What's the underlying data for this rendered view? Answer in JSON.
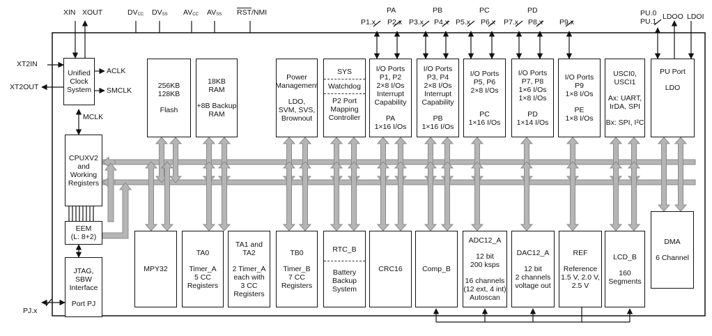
{
  "top_pins": {
    "xin": "XIN",
    "xout": "XOUT",
    "dvcc": {
      "main": "DV",
      "sub": "CC"
    },
    "dvss": {
      "main": "DV",
      "sub": "SS"
    },
    "avcc": {
      "main": "AV",
      "sub": "CC"
    },
    "avss": {
      "main": "AV",
      "sub": "SS"
    },
    "rst_bar": "RST",
    "rst_rest": "/NMI"
  },
  "left_pins": {
    "xt2in": "XT2IN",
    "xt2out": "XT2OUT",
    "pjx": "PJ.x"
  },
  "clock_outputs": {
    "aclk": "ACLK",
    "smclk": "SMCLK",
    "mclk": "MCLK"
  },
  "ports": {
    "pa": "PA",
    "pb": "PB",
    "pc": "PC",
    "pd": "PD",
    "p1x": "P1.x",
    "p2x": "P2.x",
    "p3x": "P3.x",
    "p4x": "P4.x",
    "p5x": "P5.x",
    "p6x": "P6.x",
    "p7x": "P7.x",
    "p8x": "P8.x",
    "p9x": "P9.x",
    "pu0": "PU.0",
    "pu1": "PU.1",
    "ldoo": "LDOO",
    "ldoi": "LDOI"
  },
  "blocks": {
    "clock": [
      "Unified",
      "Clock",
      "System"
    ],
    "flash": [
      "256KB",
      "128KB",
      "",
      "Flash"
    ],
    "ram": [
      "18KB",
      "RAM",
      "",
      "+8B Backup",
      "RAM"
    ],
    "power": [
      "Power",
      "Management",
      "",
      "LDO,",
      "SVM, SVS,",
      "Brownout"
    ],
    "sys_top": "SYS",
    "sys_mid": "Watchdog",
    "sys_bot": [
      "P2 Port",
      "Mapping",
      "Controller"
    ],
    "io_pa": [
      "I/O Ports",
      "P1, P2",
      "2×8 I/Os",
      "Interrupt",
      "Capability",
      "",
      "PA",
      "1×16 I/Os"
    ],
    "io_pb": [
      "I/O Ports",
      "P3, P4",
      "2×8 I/Os",
      "Interrupt",
      "Capability",
      "",
      "PB",
      "1×16 I/Os"
    ],
    "io_pc": [
      "I/O Ports",
      "P5, P6",
      "2×8 I/Os",
      "",
      "",
      "PC",
      "1×16 I/Os"
    ],
    "io_pd": [
      "I/O Ports",
      "P7, P8",
      "1×6 I/Os",
      "1×8 I/Os",
      "",
      "PD",
      "1×14 I/Os"
    ],
    "io_pe": [
      "I/O Ports",
      "P9",
      "1×8 I/Os",
      "",
      "PE",
      "1×8 I/Os"
    ],
    "usci": [
      "USCI0,",
      "USCI1",
      "",
      "Ax: UART,",
      "IrDA, SPI",
      "",
      "Bx: SPI, I²C"
    ],
    "pu": [
      "PU Port",
      "",
      "LDO"
    ],
    "cpu": [
      "CPUXV2",
      "and",
      "Working",
      "Registers"
    ],
    "eem": [
      "EEM",
      "(L: 8+2)"
    ],
    "jtag": [
      "JTAG,",
      "SBW",
      "Interface",
      "",
      "Port PJ"
    ],
    "mpy": [
      "MPY32"
    ],
    "ta0": [
      "TA0",
      "",
      "Timer_A",
      "5 CC",
      "Registers"
    ],
    "ta12": [
      "TA1 and",
      "TA2",
      "",
      "2 Timer_A",
      "each with",
      "3 CC",
      "Registers"
    ],
    "tb0": [
      "TB0",
      "",
      "Timer_B",
      "7 CC",
      "Registers"
    ],
    "rtc_top": "RTC_B",
    "rtc_bot": [
      "Battery",
      "Backup",
      "System"
    ],
    "crc": [
      "CRC16"
    ],
    "comp": [
      "Comp_B"
    ],
    "adc": [
      "ADC12_A",
      "",
      "12 bit",
      "200 ksps",
      "",
      "16 channels",
      "(12 ext, 4 int)",
      "Autoscan"
    ],
    "dac": [
      "DAC12_A",
      "",
      "12 bit",
      "2 channels",
      "voltage out"
    ],
    "ref": [
      "REF",
      "",
      "Reference",
      "1.5 V, 2.0 V,",
      "2.5 V"
    ],
    "lcd": [
      "LCD_B",
      "",
      "160",
      "Segments"
    ],
    "dma": [
      "DMA",
      "",
      "6 Channel"
    ]
  },
  "colors": {
    "line": "#111111",
    "bus_fill": "#b5b5b5",
    "bus_stroke": "#8a8a8a"
  }
}
